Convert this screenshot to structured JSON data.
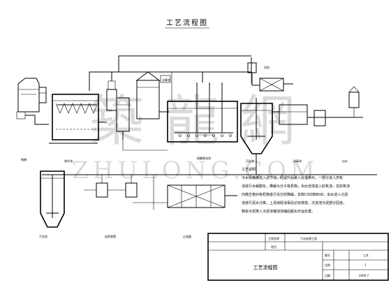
{
  "title": "工艺流程图",
  "notes": {
    "heading": "工艺说明：",
    "lines": [
      "污水经格栅进入调节池，经提升后进入处理单元，一部分进入厌氧",
      "池进行水解酸化，降解大分子有机物，出水自流进入好氧池，在好氧池",
      "内微生物对有机物进行充分的降解，去除COD和BOD，出水进入沉淀",
      "池进行泥水分离，上清液经消毒后达标排放，沉淀池污泥部分回流，",
      "剩余污泥排入污泥浓缩池浓缩后脱水外运处置。"
    ]
  },
  "process_labels": {
    "grid": "格栅",
    "adjust": "调节池",
    "tank": "水解池",
    "aero": "接触氧化池",
    "settle": "沉淀池",
    "blower": "风机",
    "disinfect": "消毒池",
    "sludge": "污泥池",
    "dosing": "加药装置",
    "filter": "过滤器",
    "outlet": "出水"
  },
  "title_block": {
    "project_label": "工程名称",
    "project_value": "污水处理工程",
    "item_label": "项目",
    "drawing_title": "工艺流程图",
    "r1_label": "图号",
    "r1_value": "工艺",
    "r2_label": "比例",
    "r2_value": "1",
    "r3_label": "日期",
    "r3_value": "2009.7"
  },
  "watermark": {
    "cn": "築龍網",
    "en": "ZHULONG.COM"
  }
}
